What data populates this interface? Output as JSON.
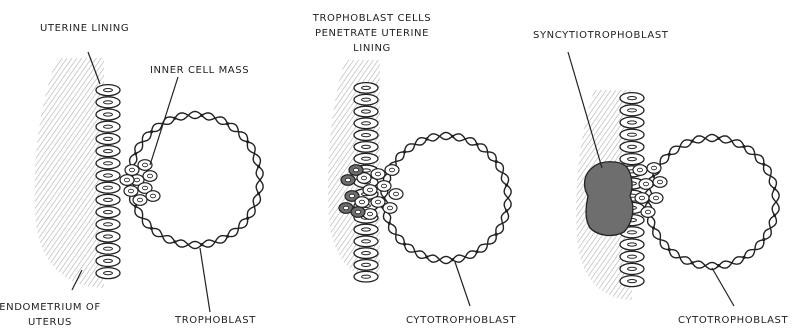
{
  "labels": {
    "uterine_lining": "UTERINE LINING",
    "inner_cell_mass": "INNER CELL MASS",
    "endometrium_line1": "ENDOMETRIUM OF",
    "endometrium_line2": "UTERUS",
    "trophoblast": "TROPHOBLAST",
    "penetrate_line1": "TROPHOBLAST CELLS",
    "penetrate_line2": "PENETRATE UTERINE",
    "penetrate_line3": "LINING",
    "cytotrophoblast_mid": "CYTOTROPHOBLAST",
    "syncytiotrophoblast": "SYNCYTIOTROPHOBLAST",
    "cytotrophoblast_right": "CYTOTROPHOBLAST"
  },
  "colors": {
    "ink": "#222222",
    "shading": "#9a9a9a",
    "dark_cells": "#6e6e6e"
  }
}
